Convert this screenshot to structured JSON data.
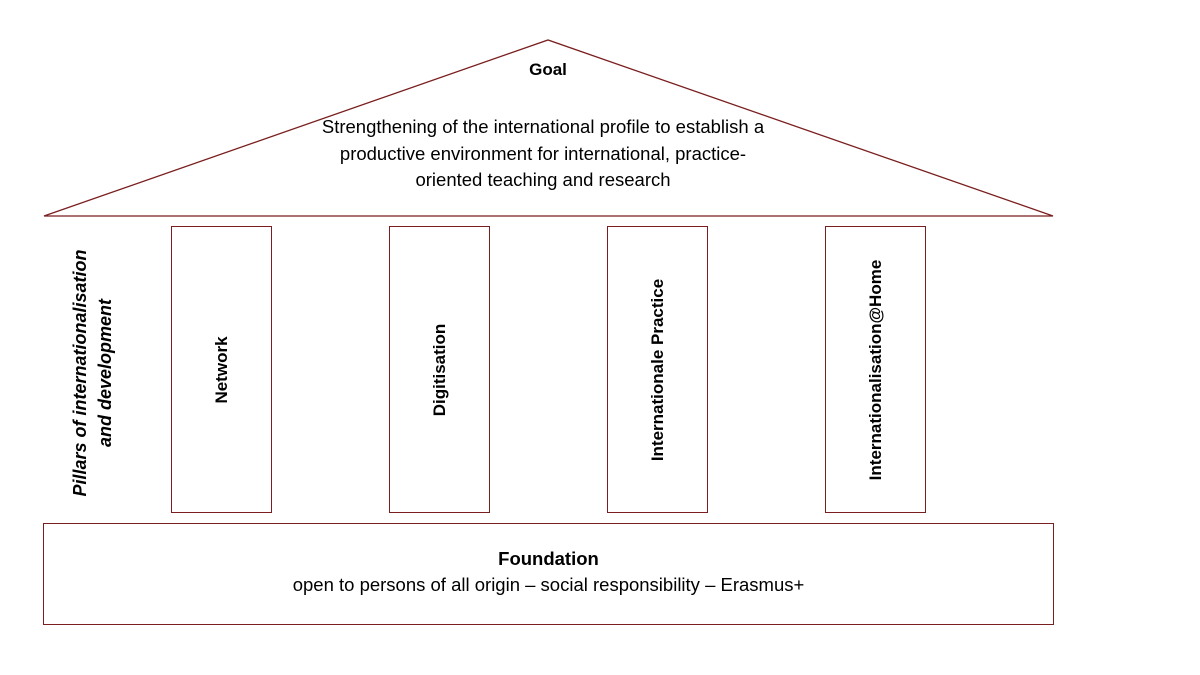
{
  "colors": {
    "outline": "#7a1f1f",
    "text": "#000000",
    "background": "#ffffff"
  },
  "roof": {
    "title": "Goal",
    "text": "Strengthening of the international profile to establish a productive environment for international, practice-oriented teaching and research"
  },
  "side_label": "Pillars of internationalisation and development",
  "pillars": [
    {
      "label": "Network"
    },
    {
      "label": "Digitisation"
    },
    {
      "label": "Internationale Practice"
    },
    {
      "label": "Internationalisation@Home"
    }
  ],
  "foundation": {
    "title": "Foundation",
    "text": "open to persons of all origin – social responsibility – Erasmus+"
  }
}
